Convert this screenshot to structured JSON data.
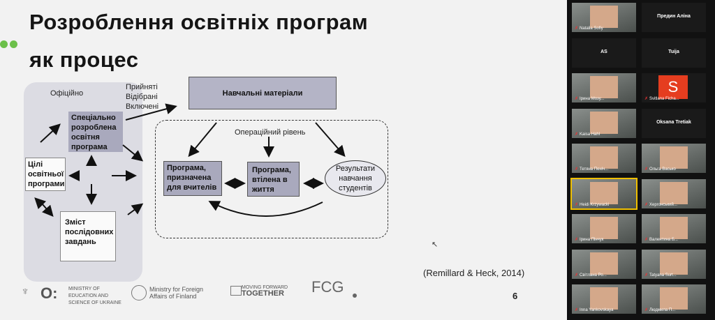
{
  "slide": {
    "title_line1": "Розроблення освітніх програм",
    "title_line2": "як процес",
    "official_label": "Офіційно",
    "accepted_labels": [
      "Прийняті",
      "Відібрані",
      "Включені"
    ],
    "materials_box": "Навчальні матеріали",
    "operational_level": "Операційний рівень",
    "special_program": "Спеціально розроблена освітня програма",
    "goals_box": "Цілі освітньої програми",
    "content_box": "Зміст послідовних завдань",
    "teacher_program": "Програма, призначена для вчителів",
    "life_program": "Програма, втілена в життя",
    "results": "Результати навчання студентів",
    "citation": "(Remillard & Heck, 2014)",
    "page_number": "6",
    "logos": {
      "ministry_edu": "MINISTRY OF EDUCATION AND SCIENCE OF UKRAINE",
      "ministry_fin": "Ministry for Foreign Affairs of Finland",
      "moving_top": "MOVING FORWARD",
      "moving_bottom": "TOGETHER",
      "fcg": "FCG"
    }
  },
  "participants": [
    {
      "name": "Natalia Sofiy",
      "type": "cam"
    },
    {
      "name": "Предин Аліна",
      "type": "dark-center"
    },
    {
      "name": "AS",
      "type": "dark-center"
    },
    {
      "name": "Tuija",
      "type": "dark-center"
    },
    {
      "name": "Ірина Мозу...",
      "type": "cam"
    },
    {
      "name": "Svitlana Ficha...",
      "type": "letter",
      "letter": "S"
    },
    {
      "name": "Kaisa Hahl",
      "type": "cam"
    },
    {
      "name": "Oksana Tretiak",
      "type": "dark-center"
    },
    {
      "name": "Тетяна Пеніч...",
      "type": "cam"
    },
    {
      "name": "Ольга Васько",
      "type": "cam"
    },
    {
      "name": "Heidi Krzywacki",
      "type": "cam"
    },
    {
      "name": "Хергонський...",
      "type": "cam"
    },
    {
      "name": "Ірина Пінчук",
      "type": "cam"
    },
    {
      "name": "Валентина Б...",
      "type": "cam"
    },
    {
      "name": "Світлана Ро...",
      "type": "cam"
    },
    {
      "name": "Tatyana Surt...",
      "type": "cam"
    },
    {
      "name": "Inna Yankovskaya",
      "type": "cam"
    },
    {
      "name": "Людмила П...",
      "type": "cam"
    }
  ],
  "colors": {
    "box_fill": "#a9a9bd",
    "slide_bg": "#f2f2f2",
    "accent_green": "#6cc04a",
    "speaker_border": "#f0c000"
  }
}
